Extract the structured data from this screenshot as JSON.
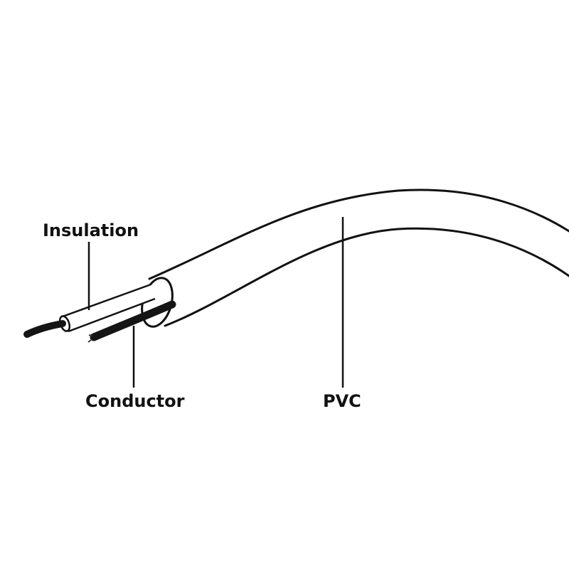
{
  "diagram": {
    "labels": {
      "insulation": "Insulation",
      "conductor": "Conductor",
      "pvc": "PVC"
    },
    "colors": {
      "ink": "#111111",
      "background": "#ffffff"
    }
  }
}
